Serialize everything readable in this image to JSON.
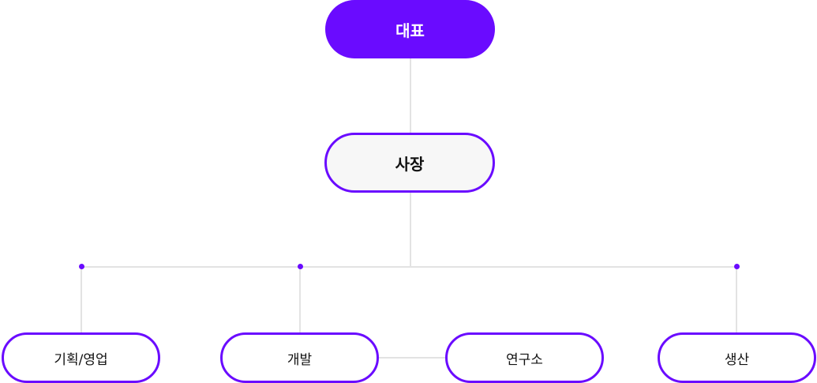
{
  "org_chart": {
    "ceo": {
      "label": "대표"
    },
    "president": {
      "label": "사장"
    },
    "departments": [
      {
        "label": "기획/영업"
      },
      {
        "label": "개발"
      },
      {
        "label": "연구소"
      },
      {
        "label": "생산"
      }
    ],
    "colors": {
      "accent": "#6a0bff",
      "connector": "#e3e3e3",
      "president_fill": "#f7f7f7",
      "department_fill": "#ffffff"
    }
  }
}
